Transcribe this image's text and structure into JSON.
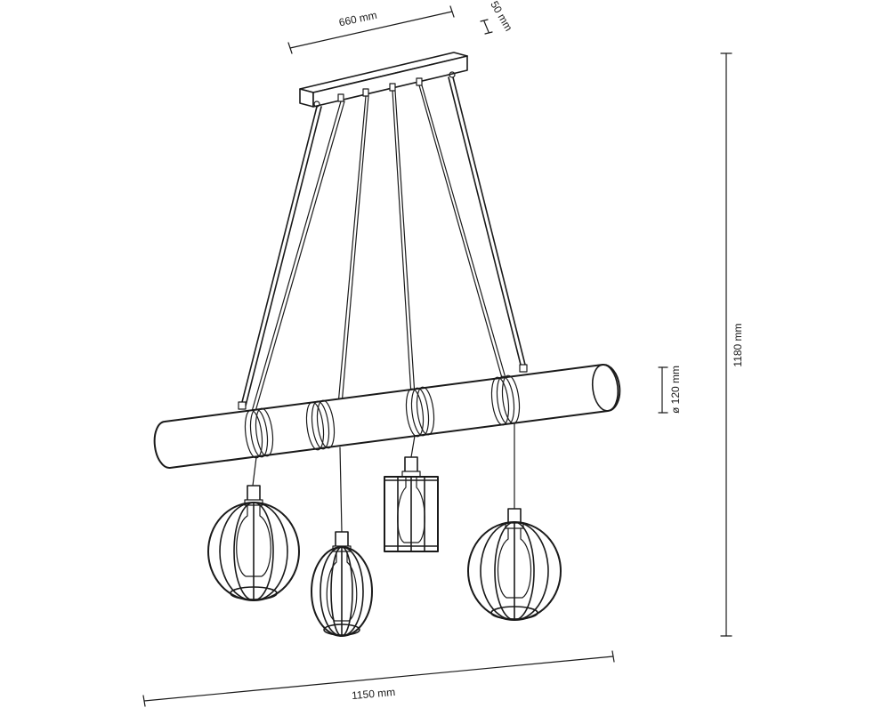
{
  "diagram": {
    "dimensions": {
      "canopy_length": "660 mm",
      "canopy_height": "50 mm",
      "total_height": "1180 mm",
      "beam_diameter": "ø 120 mm",
      "total_width": "1150 mm"
    },
    "colors": {
      "line": "#1a1a1a",
      "background": "#ffffff"
    },
    "shades": [
      "round-cage-shade",
      "oval-cage-shade",
      "cylinder-cage-shade",
      "round-cage-shade"
    ]
  }
}
